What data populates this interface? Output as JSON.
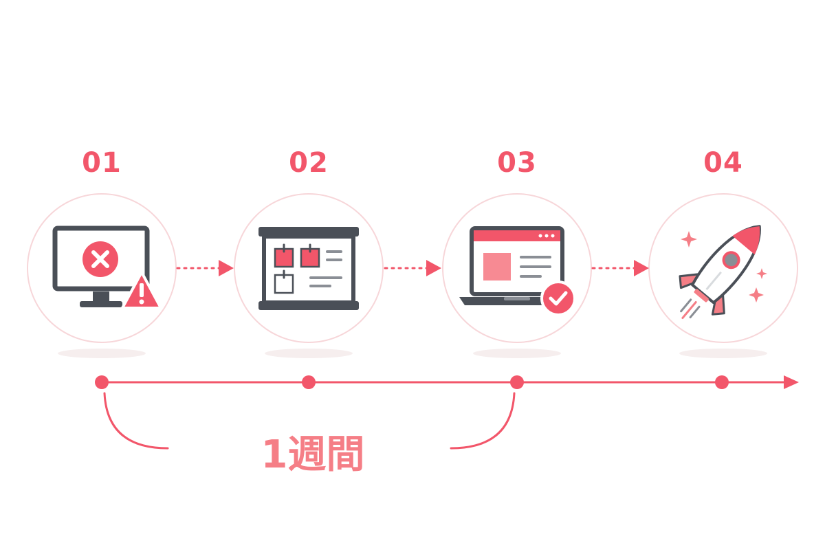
{
  "steps": [
    {
      "number": "01",
      "icon": "monitor-error-icon"
    },
    {
      "number": "02",
      "icon": "board-icon"
    },
    {
      "number": "03",
      "icon": "laptop-check-icon"
    },
    {
      "number": "04",
      "icon": "rocket-icon"
    }
  ],
  "duration_label": "1週間",
  "colors": {
    "accent": "#f2566a",
    "accent_light": "#f57e86",
    "gray_dark": "#4a4f57",
    "gray_mid": "#8a8e95",
    "circle_border": "#f7d6d9",
    "shadow": "#f6eeee"
  }
}
